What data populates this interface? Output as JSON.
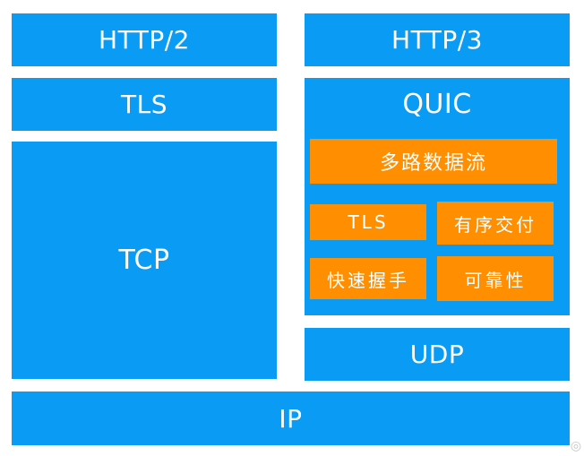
{
  "diagram": {
    "left_stack": {
      "http": "HTTP/2",
      "tls": "TLS",
      "tcp": "TCP"
    },
    "right_stack": {
      "http": "HTTP/3",
      "quic": {
        "title": "QUIC",
        "features": {
          "streams": "多路数据流",
          "tls": "TLS",
          "ordered": "有序交付",
          "fast_handshake": "快速握手",
          "reliability": "可靠性"
        }
      },
      "udp": "UDP"
    },
    "ip": "IP",
    "colors": {
      "blue": "#0a9cf5",
      "orange": "#ff8f00",
      "text": "#ffffff"
    }
  }
}
